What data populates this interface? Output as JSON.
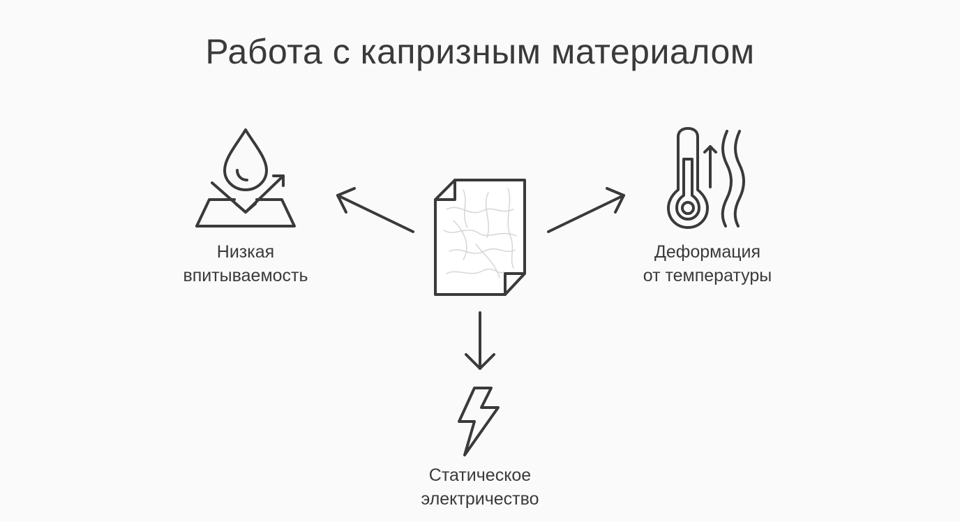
{
  "title": "Работа с капризным материалом",
  "nodes": {
    "center": {
      "icon": "paper-sheet-icon"
    },
    "left": {
      "icon": "water-drop-repel-icon",
      "label_lines": [
        "Низкая",
        "впитываемость"
      ]
    },
    "right": {
      "icon": "thermometer-heat-icon",
      "label_lines": [
        "Деформация",
        "от температуры"
      ]
    },
    "bottom": {
      "icon": "lightning-icon",
      "label_lines": [
        "Статическое",
        "электричество"
      ]
    }
  },
  "colors": {
    "stroke": "#3a3a3a",
    "background": "#fafafa",
    "paper_fill": "#ffffff",
    "paper_texture": "#d9d9d9"
  }
}
